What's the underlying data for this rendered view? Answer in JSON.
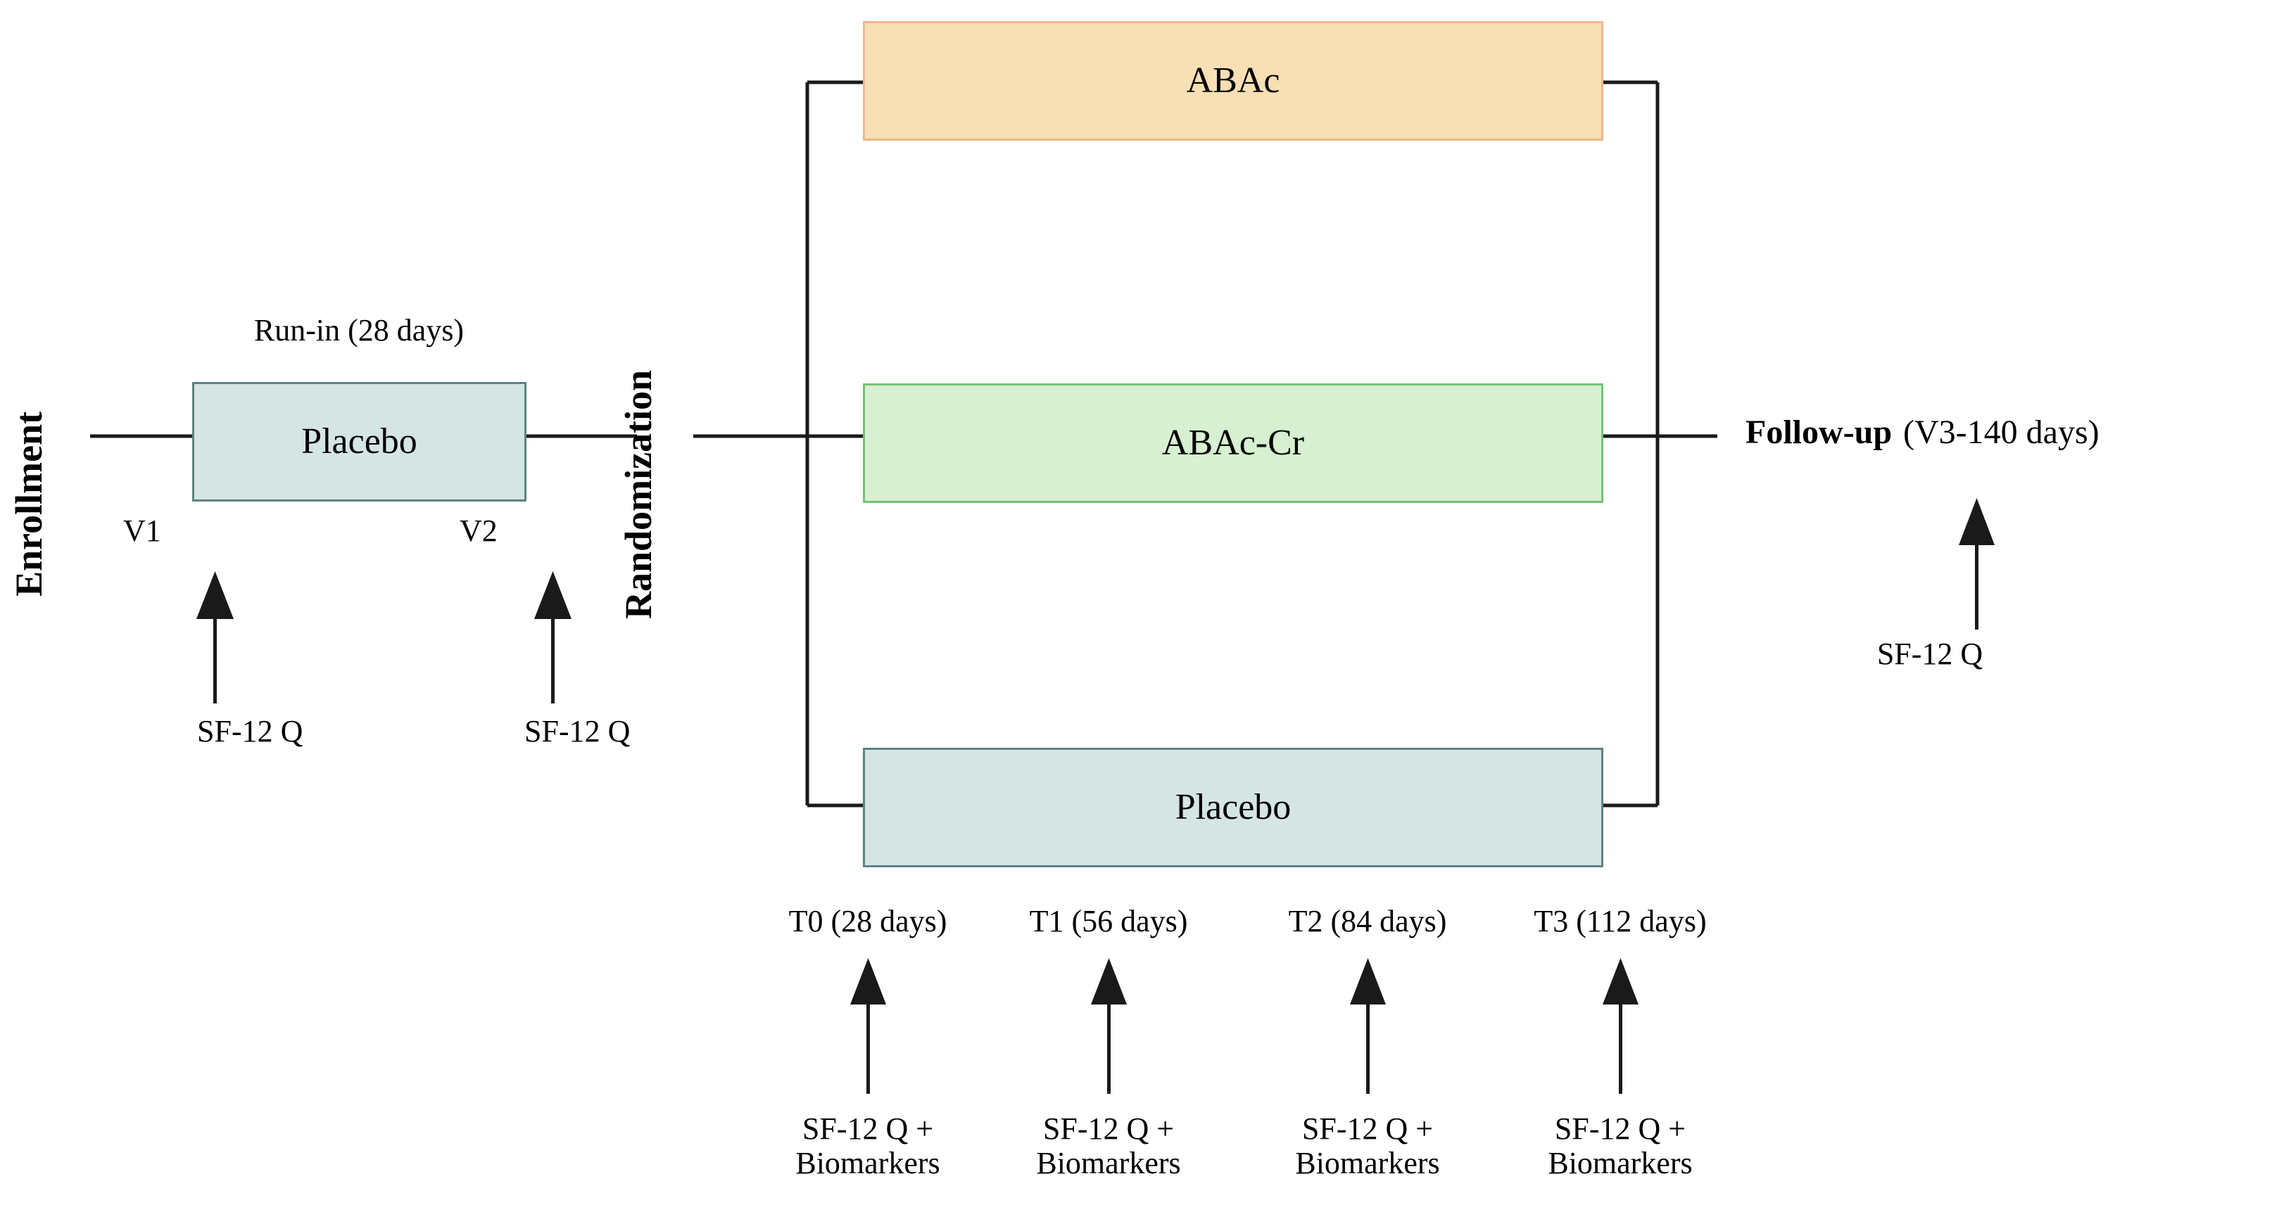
{
  "diagram": {
    "title": "Randomized clinical trial study design flow",
    "phases": {
      "enrollment": "Enrollment",
      "randomization": "Randomization"
    },
    "runin": {
      "period_label": "Run-in (28 days)",
      "box_label": "Placebo",
      "visits": [
        {
          "code": "V1",
          "assessment": "SF-12 Q"
        },
        {
          "code": "V2",
          "assessment": "SF-12 Q"
        }
      ]
    },
    "arms": [
      {
        "id": "abac",
        "label": "ABAc",
        "fill": "#F8DFB4",
        "border": "#F3B58C"
      },
      {
        "id": "abac-cr",
        "label": "ABAc-Cr",
        "fill": "#D6F0D1",
        "border": "#74C274"
      },
      {
        "id": "placebo",
        "label": "Placebo",
        "fill": "#D5E5E3",
        "border": "#5F8280"
      }
    ],
    "timepoints": [
      {
        "code": "T0",
        "label": "T0 (28 days)",
        "days": 28,
        "assessment_line1": "SF-12 Q +",
        "assessment_line2": "Biomarkers"
      },
      {
        "code": "T1",
        "label": "T1 (56 days)",
        "days": 56,
        "assessment_line1": "SF-12 Q +",
        "assessment_line2": "Biomarkers"
      },
      {
        "code": "T2",
        "label": "T2 (84 days)",
        "days": 84,
        "assessment_line1": "SF-12 Q +",
        "assessment_line2": "Biomarkers"
      },
      {
        "code": "T3",
        "label": "T3 (112 days)",
        "days": 112,
        "assessment_line1": "SF-12 Q +",
        "assessment_line2": "Biomarkers"
      }
    ],
    "followup": {
      "title": "Follow-up",
      "detail": "(V3-140 days)",
      "assessment": "SF-12 Q"
    },
    "colors": {
      "line": "#1a1a1a",
      "text": "#000000",
      "background": "#ffffff"
    }
  }
}
